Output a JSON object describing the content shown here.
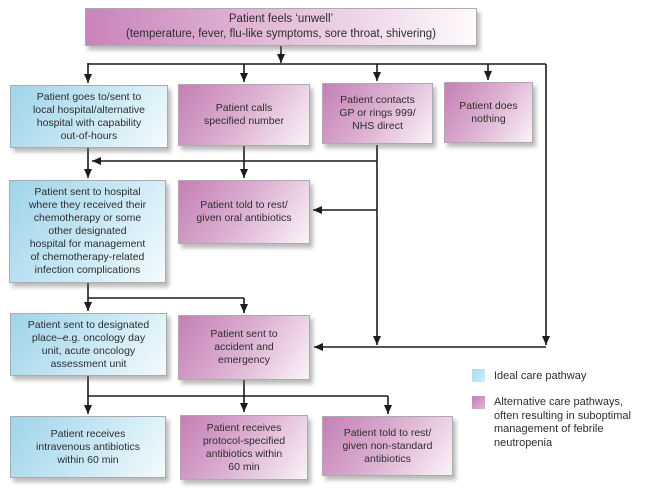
{
  "nodes": [
    {
      "id": "patient-feels-unwell",
      "pathway": "alternative",
      "text": "Patient feels ‘unwell’\n(temperature, fever, flu-like symptoms, sore throat, shivering)"
    },
    {
      "id": "local-hospital",
      "pathway": "ideal",
      "text": "Patient goes to/sent to\nlocal hospital/alternative\nhospital with capability\nout-of-hours"
    },
    {
      "id": "calls-specified-number",
      "pathway": "alternative",
      "text": "Patient calls\nspecified number"
    },
    {
      "id": "contacts-gp-999-nhs",
      "pathway": "alternative",
      "text": "Patient contacts\nGP or rings 999/\nNHS direct"
    },
    {
      "id": "does-nothing",
      "pathway": "alternative",
      "text": "Patient does\nnothing"
    },
    {
      "id": "chemo-designated-hospital",
      "pathway": "ideal",
      "text": "Patient sent to hospital\nwhere they received their\nchemotherapy or some\nother designated\nhospital for management\nof chemotherapy-related\ninfection complications"
    },
    {
      "id": "rest-oral-antibiotics",
      "pathway": "alternative",
      "text": "Patient told to rest/\ngiven oral antibiotics"
    },
    {
      "id": "designated-place",
      "pathway": "ideal",
      "text": "Patient sent to designated\nplace–e.g. oncology day\nunit, acute oncology\nassessment unit"
    },
    {
      "id": "accident-and-emergency",
      "pathway": "alternative",
      "text": "Patient sent to\naccident and\nemergency"
    },
    {
      "id": "iv-antibiotics-60min",
      "pathway": "ideal",
      "text": "Patient receives\nintravenous antibiotics\nwithin 60 min"
    },
    {
      "id": "protocol-antibiotics-60min",
      "pathway": "alternative",
      "text": "Patient receives\nprotocol-specified\nantibiotics within\n60 min"
    },
    {
      "id": "non-standard-antibiotics",
      "pathway": "alternative",
      "text": "Patient told to rest/\ngiven non-standard\nantibiotics"
    }
  ],
  "legend": [
    {
      "type": "ideal",
      "color": "#a5d9ef",
      "label": "Ideal care pathway"
    },
    {
      "type": "alternative",
      "color": "#c180b4",
      "label": "Alternative care pathways,\noften resulting in suboptimal\nmanagement of febrile\nneutropenia"
    }
  ],
  "edges": [
    {
      "from": "patient-feels-unwell",
      "to": "local-hospital"
    },
    {
      "from": "patient-feels-unwell",
      "to": "calls-specified-number"
    },
    {
      "from": "patient-feels-unwell",
      "to": "contacts-gp-999-nhs"
    },
    {
      "from": "patient-feels-unwell",
      "to": "does-nothing"
    },
    {
      "from": "patient-feels-unwell",
      "to": "accident-and-emergency"
    },
    {
      "from": "local-hospital",
      "to": "chemo-designated-hospital"
    },
    {
      "from": "calls-specified-number",
      "to": "rest-oral-antibiotics"
    },
    {
      "from": "calls-specified-number",
      "to": "chemo-designated-hospital"
    },
    {
      "from": "contacts-gp-999-nhs",
      "to": "chemo-designated-hospital"
    },
    {
      "from": "contacts-gp-999-nhs",
      "to": "rest-oral-antibiotics"
    },
    {
      "from": "contacts-gp-999-nhs",
      "to": "accident-and-emergency"
    },
    {
      "from": "chemo-designated-hospital",
      "to": "designated-place"
    },
    {
      "from": "chemo-designated-hospital",
      "to": "accident-and-emergency"
    },
    {
      "from": "designated-place",
      "to": "iv-antibiotics-60min"
    },
    {
      "from": "designated-place",
      "to": "protocol-antibiotics-60min"
    },
    {
      "from": "designated-place",
      "to": "non-standard-antibiotics"
    },
    {
      "from": "accident-and-emergency",
      "to": "iv-antibiotics-60min"
    },
    {
      "from": "accident-and-emergency",
      "to": "protocol-antibiotics-60min"
    },
    {
      "from": "accident-and-emergency",
      "to": "non-standard-antibiotics"
    }
  ],
  "colors": {
    "ideal_fill_start": "#9fd4e9",
    "ideal_fill_end": "#f4fbfd",
    "alternative_fill_start": "#c47fb5",
    "alternative_fill_end": "#faf3f8",
    "connector": "#1c1c1c",
    "text": "#2e2e2e",
    "background": "#ffffff"
  }
}
